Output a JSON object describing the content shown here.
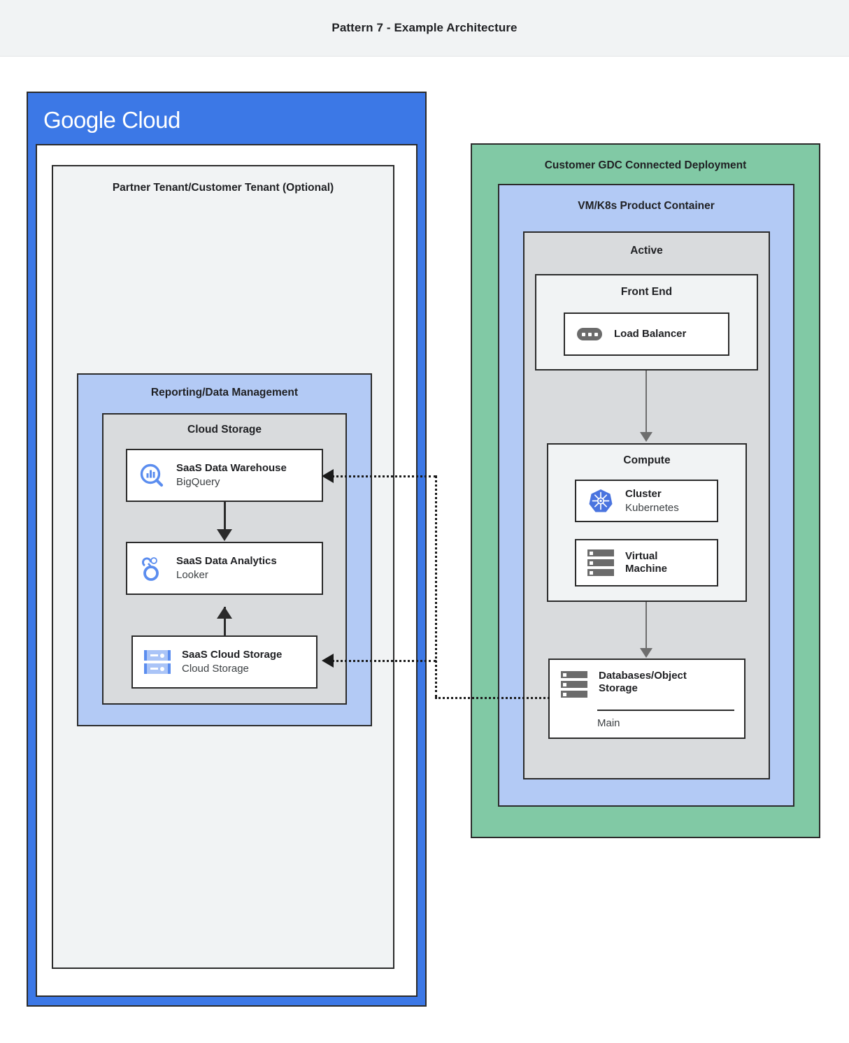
{
  "header": {
    "title": "Pattern 7 - Example Architecture"
  },
  "google_cloud": {
    "logo_primary": "Google",
    "logo_secondary": "Cloud",
    "accent_color": "#3c78e6",
    "tenant": {
      "title": "Partner Tenant/Customer Tenant (Optional)"
    },
    "reporting": {
      "title": "Reporting/Data Management",
      "accent_color": "#b3caf5",
      "cloud_storage_group": {
        "title": "Cloud Storage",
        "accent_color": "#d9dbdd",
        "cards": [
          {
            "title": "SaaS Data Warehouse",
            "subtitle": "BigQuery",
            "icon": "bigquery-icon"
          },
          {
            "title": "SaaS Data Analytics",
            "subtitle": "Looker",
            "icon": "looker-icon"
          },
          {
            "title": "SaaS Cloud Storage",
            "subtitle": "Cloud Storage",
            "icon": "cloud-storage-icon"
          }
        ]
      }
    }
  },
  "gdc": {
    "title": "Customer GDC Connected Deployment",
    "accent_color": "#81c9a5",
    "product_container": {
      "title": "VM/K8s Product Container",
      "accent_color": "#b3caf5",
      "active": {
        "title": "Active",
        "accent_color": "#d9dbdd",
        "front_end": {
          "title": "Front End",
          "cards": [
            {
              "title": "Load Balancer",
              "subtitle": "",
              "icon": "load-balancer-icon"
            }
          ]
        },
        "compute": {
          "title": "Compute",
          "cards": [
            {
              "title": "Cluster",
              "subtitle": "Kubernetes",
              "icon": "kubernetes-icon"
            },
            {
              "title": "Virtual Machine",
              "subtitle": "",
              "icon": "virtual-machine-icon"
            }
          ]
        },
        "database": {
          "title": "Databases/Object Storage",
          "footer": "Main",
          "icon": "server-rack-icon"
        }
      }
    }
  }
}
